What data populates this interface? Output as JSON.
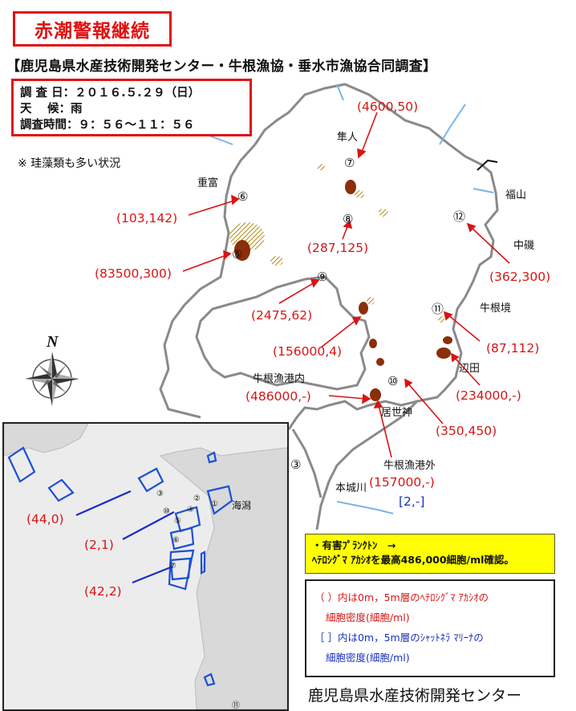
{
  "title": "赤潮警報継続",
  "subtitle": "【鹿児島県水産技術開発センター・牛根漁協・垂水市漁協合同調査】",
  "info": {
    "date": "調 査 日：２０１６.５.２９（日）",
    "weather": "天　 候：雨",
    "time": "調査時間：９：５６～１１：５６"
  },
  "note": "※ 珪藻類も多い状況",
  "places": {
    "hayato": "隼人",
    "shigetomi": "重富",
    "fukuyama": "福山",
    "nakaiso": "中磯",
    "ushinezakai": "牛根境",
    "henda": "辺田",
    "ushine_inner": "牛根漁港内",
    "ushine_outer": "牛根漁港外",
    "koseijin": "居世神",
    "motokigawa": "本城川",
    "kaigata": "海潟"
  },
  "stations": {
    "s3": "③",
    "s5": "⑤",
    "s6": "⑥",
    "s7": "⑦",
    "s8": "⑧",
    "s9": "⑨",
    "s10": "⑩",
    "s11": "⑪",
    "s12": "⑫"
  },
  "readings": {
    "s7": "(4600,50)",
    "s6": "(103,142)",
    "s8": "(287,125)",
    "s12": "(362,300)",
    "s5": "(83500,300)",
    "s9": "(2475,62)",
    "s11": "(87,112)",
    "s_mid": "(156000,4)",
    "henda": "(234000,-)",
    "ushine_inner": "(486000,-)",
    "s10": "(350,450)",
    "ushine_outer": "(157000,-)",
    "ushine_outer_blue": "[2,-]"
  },
  "inset": {
    "readings": {
      "a": "(44,0)",
      "b": "(2,1)",
      "c": "(42,2)"
    },
    "stations": [
      "①",
      "②",
      "③",
      "④",
      "⑤",
      "⑥",
      "⑦",
      "⑩",
      "⑪"
    ],
    "place": "海潟"
  },
  "compass": {
    "north": "N"
  },
  "legend": {
    "yellow_line1": "・有害ﾌﾟﾗﾝｸﾄﾝ　→",
    "yellow_line2": "ﾍﾃﾛｼｸﾞﾏ ｱｶｼｵを最高486,000細胞/ml確認。",
    "red_line1": "（ ）内は0m，5m層のﾍﾃﾛｼｸﾞﾏ ｱｶｼｵの",
    "red_line2": "細胞密度(細胞/ml)",
    "blue_line1": "［ ］内は0m，5m層のｼｬｯﾄﾈﾗ ﾏﾘｰﾅの",
    "blue_line2": "細胞密度(細胞/ml)"
  },
  "footer": "鹿児島県水産技術開発センター",
  "colors": {
    "alert": "#e01010",
    "blue": "#1530c0",
    "bloom": "#8b2e0a",
    "legend_bg": "#ffff00"
  }
}
